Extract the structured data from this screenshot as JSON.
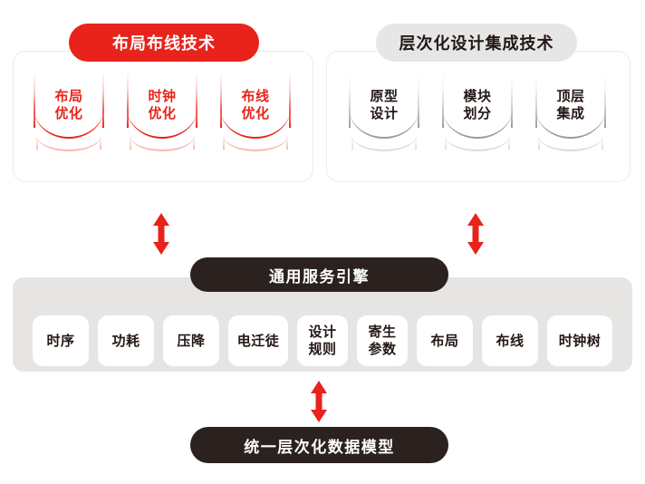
{
  "diagram": {
    "title_top_left": "布局布线技术",
    "title_top_right": "层次化设计集成技术",
    "engine_label": "通用服务引擎",
    "model_label": "统一层次化数据模型"
  },
  "colors": {
    "accent_red": "#E8231B",
    "dark": "#2B211E",
    "band_gray": "#E6E5E3",
    "pill_gray": "#E6E6E6",
    "text_dark": "#231815",
    "cylinder_gray": "#9B9B9B"
  },
  "left_panel": {
    "header": "布局布线技术",
    "cylinders": [
      {
        "line1": "布局",
        "line2": "优化"
      },
      {
        "line1": "时钟",
        "line2": "优化"
      },
      {
        "line1": "布线",
        "line2": "优化"
      }
    ]
  },
  "right_panel": {
    "header": "层次化设计集成技术",
    "cylinders": [
      {
        "line1": "原型",
        "line2": "设计"
      },
      {
        "line1": "模块",
        "line2": "划分"
      },
      {
        "line1": "顶层",
        "line2": "集成"
      }
    ]
  },
  "engine": {
    "label": "通用服务引擎",
    "chips": [
      {
        "text": "时序"
      },
      {
        "text": "功耗"
      },
      {
        "text": "压降"
      },
      {
        "text": "电迁徒"
      },
      {
        "text": "设计\n规则"
      },
      {
        "text": "寄生\n参数"
      },
      {
        "text": "布局"
      },
      {
        "text": "布线"
      },
      {
        "text": "时钟树"
      }
    ]
  },
  "data_model": {
    "label": "统一层次化数据模型"
  },
  "connectors": [
    {
      "name": "left-link",
      "kind": "double-arrow-vertical"
    },
    {
      "name": "right-link",
      "kind": "double-arrow-vertical"
    },
    {
      "name": "bottom-link",
      "kind": "double-arrow-vertical"
    }
  ]
}
